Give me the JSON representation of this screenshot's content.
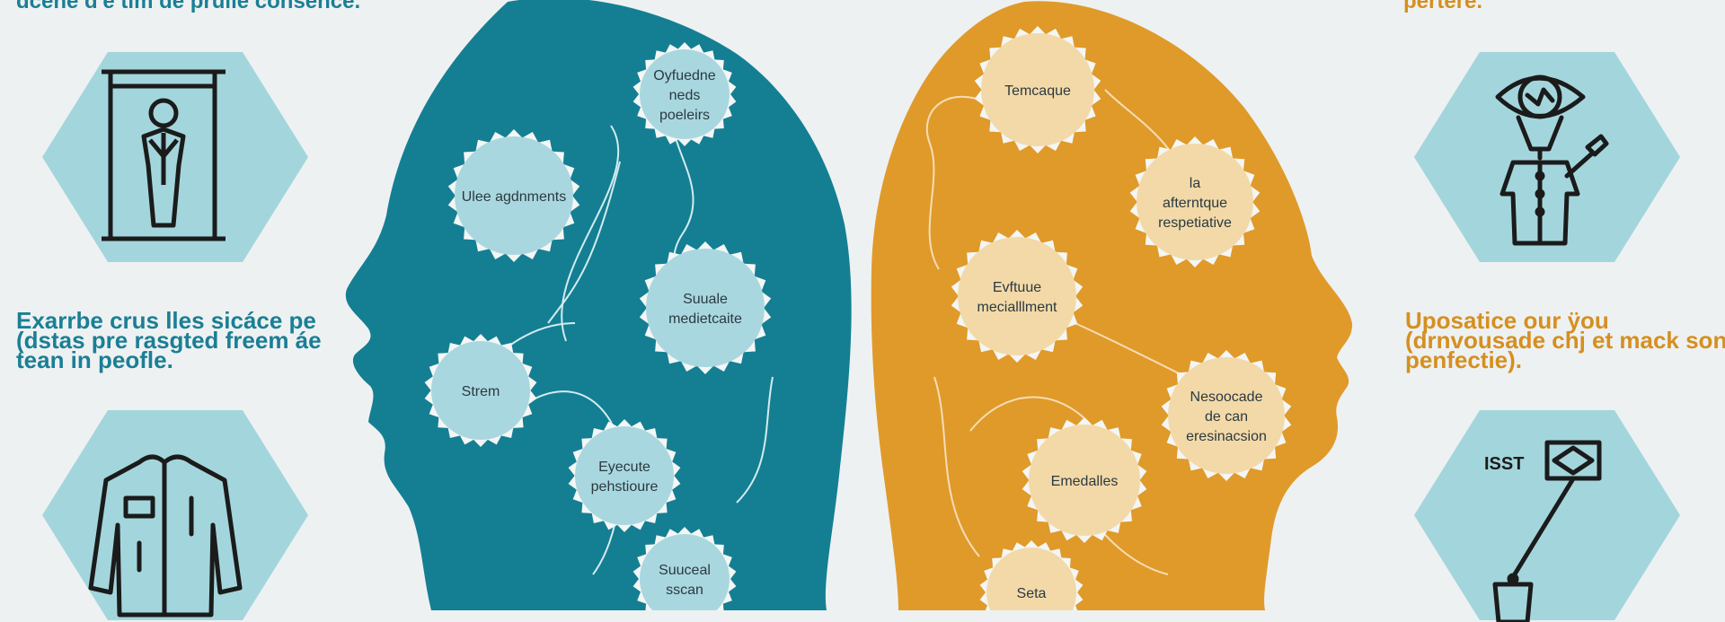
{
  "colors": {
    "background": "#eef1f2",
    "left_head": "#147f93",
    "right_head": "#e09a2a",
    "left_text": "#1a7f95",
    "right_text": "#d68f1f",
    "left_gear": "#a9d7df",
    "right_gear": "#f3d9a8",
    "hexagon": "#a3d6dc",
    "icon_stroke": "#1b1b1b"
  },
  "left": {
    "top_caption": "dcene d'e tim de prulle consence.",
    "note_lines": [
      "Exarrbe crus lles sicáce pe",
      "(dstas pre rasgted freem áe",
      "tean in peofle."
    ],
    "gears": [
      {
        "label_lines": [
          "Oyfuedne",
          "neds",
          "poeleirs"
        ]
      },
      {
        "label_lines": [
          "Ulee agdnments"
        ]
      },
      {
        "label_lines": [
          "Suuale",
          "medietcaite"
        ]
      },
      {
        "label_lines": [
          "Strem"
        ]
      },
      {
        "label_lines": [
          "Eyecute",
          "pehstioure"
        ]
      },
      {
        "label_lines": [
          "Suuceal",
          "sscan"
        ]
      }
    ],
    "icons": [
      "doorway-person-icon",
      "jacket-icon"
    ]
  },
  "right": {
    "top_caption": "pertere.",
    "note_lines": [
      "Uposatice our ÿou",
      "(drnvousade chj et mack son",
      "penfectie)."
    ],
    "gears": [
      {
        "label_lines": [
          "Temcaque"
        ]
      },
      {
        "label_lines": [
          "la",
          "afterntque",
          "respetiative"
        ]
      },
      {
        "label_lines": [
          "Evftuue",
          "mecialllment"
        ]
      },
      {
        "label_lines": [
          "Nesoocade",
          "de can",
          "eresinacsion"
        ]
      },
      {
        "label_lines": [
          "Emedalles"
        ]
      },
      {
        "label_lines": [
          "Seta"
        ]
      }
    ],
    "icons": [
      "eye-figure-icon",
      "isst-sign-icon"
    ],
    "sign_label": "ISST"
  }
}
